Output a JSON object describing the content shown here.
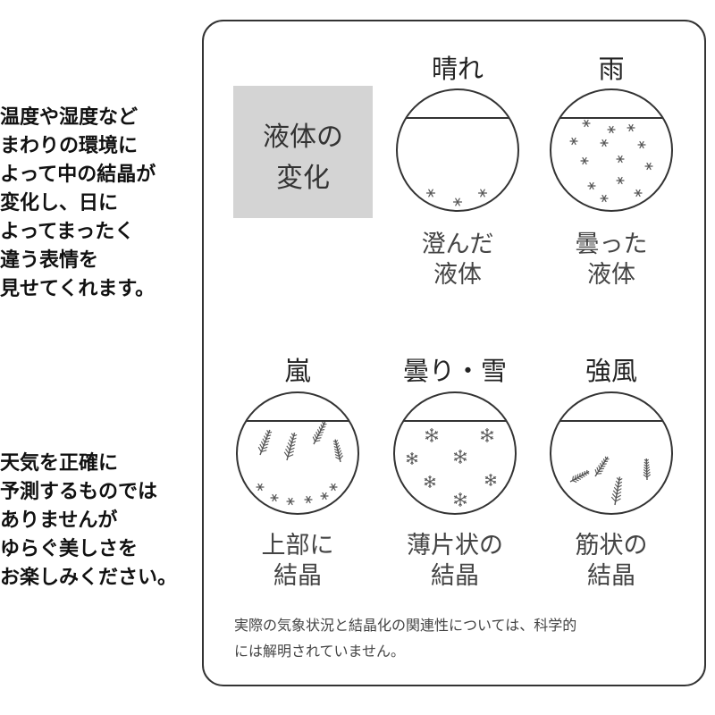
{
  "intro": {
    "lines": [
      "温度や湿度など",
      "まわりの環境に",
      "よって中の結晶が",
      "変化し、日に",
      "よってまったく",
      "違う表情を",
      "見せてくれます。"
    ]
  },
  "disclaimer": {
    "lines": [
      "天気を正確に",
      "予測するものでは",
      "ありませんが",
      "ゆらぐ美しさを",
      "お楽しみください。"
    ]
  },
  "label_box": {
    "line1": "液体の",
    "line2": "変化"
  },
  "states": [
    {
      "weather": "晴れ",
      "caption1": "澄んだ",
      "caption2": "液体",
      "icon": "clear-liquid-icon"
    },
    {
      "weather": "雨",
      "caption1": "曇った",
      "caption2": "液体",
      "icon": "cloudy-liquid-icon"
    },
    {
      "weather": "嵐",
      "caption1": "上部に",
      "caption2": "結晶",
      "icon": "top-crystals-icon"
    },
    {
      "weather": "曇り・雪",
      "caption1": "薄片状の",
      "caption2": "結晶",
      "icon": "flake-crystals-icon"
    },
    {
      "weather": "強風",
      "caption1": "筋状の",
      "caption2": "結晶",
      "icon": "thread-crystals-icon"
    }
  ],
  "footnote": {
    "line1": "実際の気象状況と結晶化の関連性については、科学的",
    "line2": "には解明されていません。"
  },
  "colors": {
    "line": "#333333",
    "label_box": "#d4d4d4",
    "crystal": "#555555"
  }
}
